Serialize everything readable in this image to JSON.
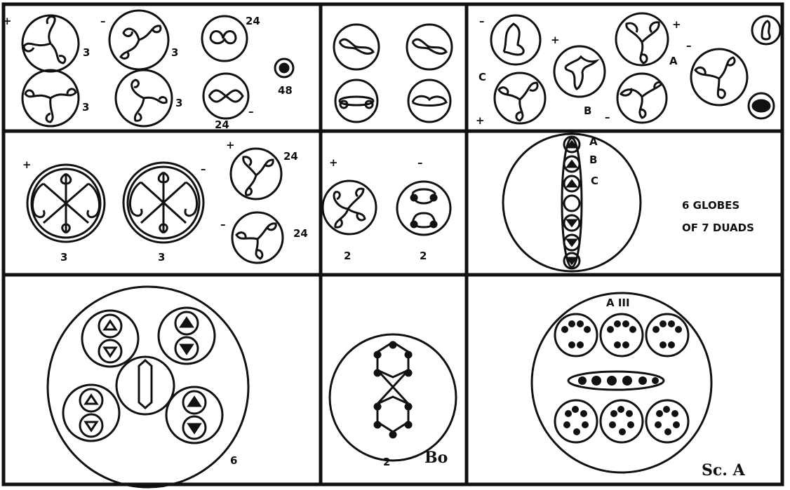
{
  "plate": {
    "colors": {
      "ink": "#111111",
      "paper": "#ffffff"
    },
    "labels": {
      "p1_plus": "+",
      "p1_3a": "3",
      "p1_minus": "–",
      "p1_3b": "3",
      "p1_24a": "24",
      "p1_3c": "3",
      "p1_3d": "3",
      "p1_24b": "24",
      "p1_48": "48",
      "p1_minus2": "–",
      "p3_minus": "–",
      "p3_plus": "+",
      "p3_A": "A",
      "p3_minus2": "–",
      "p3_C": "C",
      "p3_plus2": "+",
      "p3_B": "B",
      "p3_minus3": "–",
      "p4_plus": "+",
      "p4_minus": "–",
      "p4_plus2": "+",
      "p4_24a": "24",
      "p4_minus2": "–",
      "p4_24b": "24",
      "p4_3a": "3",
      "p4_3b": "3",
      "p5_plus": "+",
      "p5_minus": "–",
      "p5_2a": "2",
      "p5_2b": "2",
      "p6_A": "A",
      "p6_B": "B",
      "p6_C": "C",
      "p6_line1": "6 GLOBES",
      "p6_line2": "OF 7 DUADS",
      "p7_6": "6",
      "p8_2": "2",
      "p8_Bo": "Bo",
      "p9_roman": "A III",
      "p9_sc": "Sc. A"
    }
  }
}
